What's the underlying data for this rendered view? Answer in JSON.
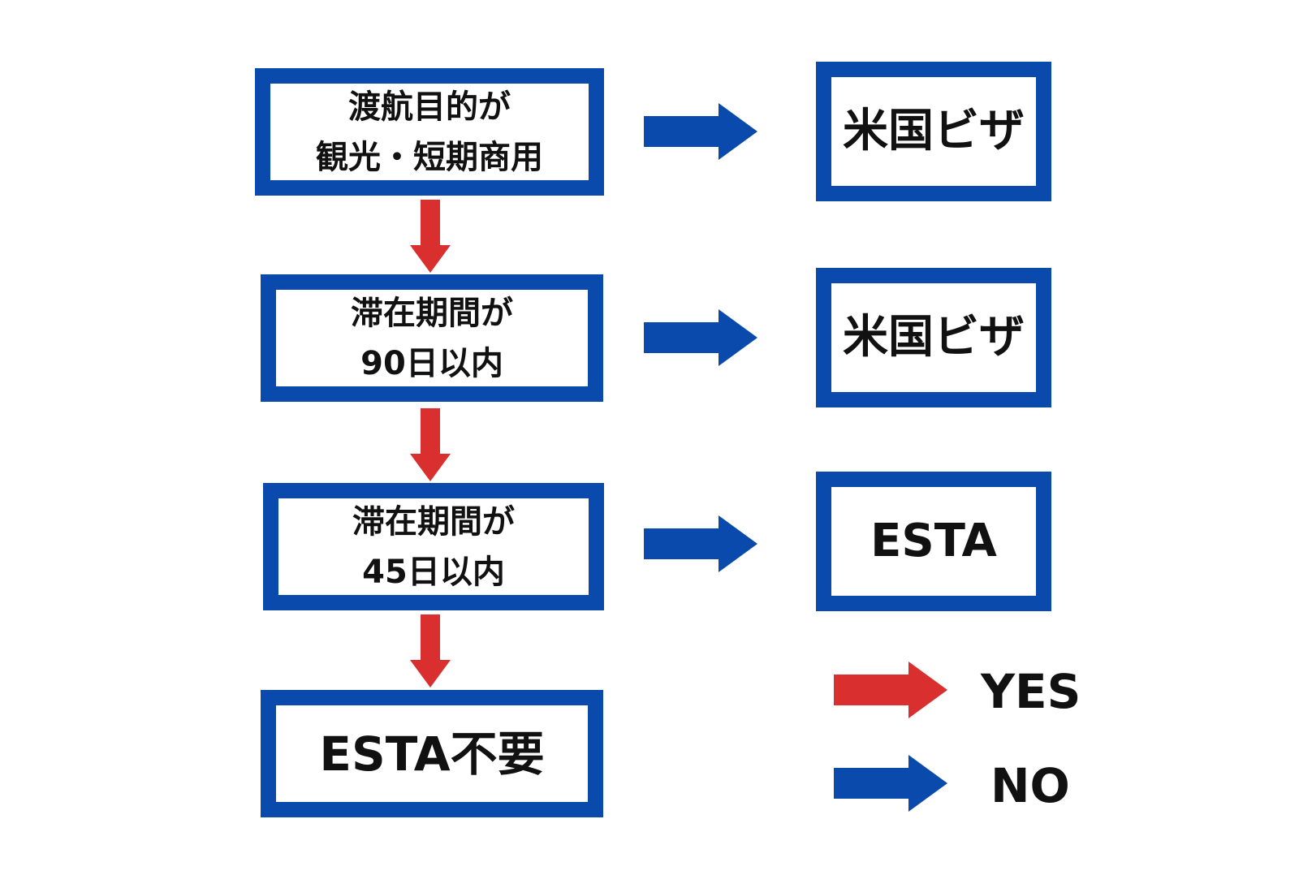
{
  "colors": {
    "box_border": "#0b4aad",
    "yes_arrow": "#d92f2f",
    "no_arrow": "#0b4aad",
    "text": "#111111"
  },
  "questions": [
    {
      "lines": [
        "渡航目的が",
        "観光・短期商用"
      ]
    },
    {
      "lines": [
        "滞在期間が",
        "90日以内"
      ]
    },
    {
      "lines": [
        "滞在期間が",
        "45日以内"
      ]
    }
  ],
  "results": [
    {
      "label": "米国ビザ"
    },
    {
      "label": "米国ビザ"
    },
    {
      "label": "ESTA"
    }
  ],
  "final": {
    "label": "ESTA不要"
  },
  "legend": {
    "yes_label": "YES",
    "no_label": "NO"
  }
}
